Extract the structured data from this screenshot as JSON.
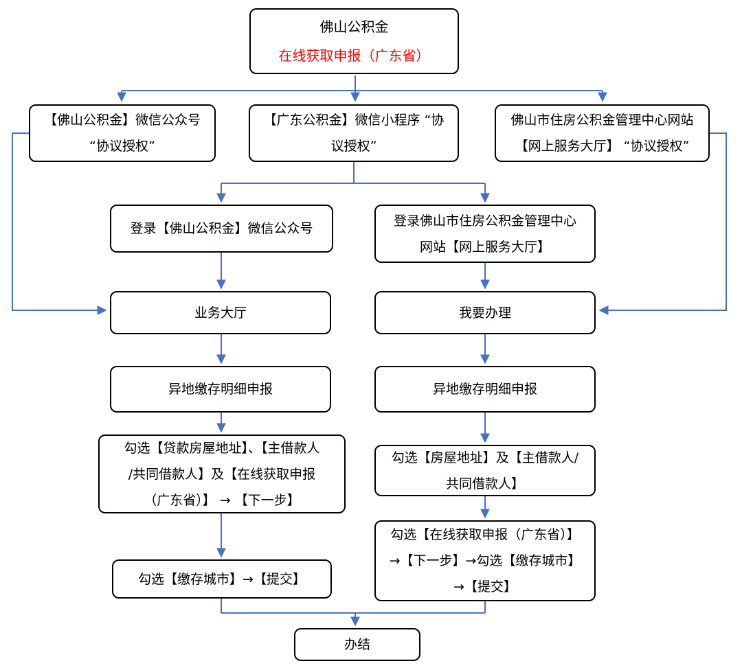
{
  "colors": {
    "line": "#4472C4",
    "border": "#000000",
    "accent_red": "#FF0000",
    "background": "#FFFFFF",
    "text": "#000000"
  },
  "flowchart": {
    "title_box": {
      "line1": "佛山公积金",
      "line2": "在线获取申报（广东省）"
    },
    "nodes": {
      "row2_left": "【佛山公积金】微信公众号\n“协议授权”",
      "row2_mid": "【广东公积金】微信小程序 “协\n议授权”",
      "row2_right": "佛山市住房公积金管理中心网站\n【网上服务大厅】 “协议授权”",
      "row3_left": "登录【佛山公积金】微信公众号",
      "row3_right": "登录佛山市住房公积金管理中心\n网站【网上服务大厅】",
      "row4_left": "业务大厅",
      "row4_right": "我要办理",
      "row5_left": "异地缴存明细申报",
      "row5_right": "异地缴存明细申报",
      "row6_left": "勾选【贷款房屋地址】、【主借款人\n/共同借款人】及【在线获取申报\n（广东省）】 → 【下一步】",
      "row6_right": "勾选【房屋地址】及【主借款人/\n共同借款人】",
      "row7_left": "勾选【缴存城市】→【提交】",
      "row7_right": "勾选【在线获取申报（广东省）】\n→【下一步】→勾选【缴存城市】\n→【提交】",
      "end": "办结"
    }
  }
}
